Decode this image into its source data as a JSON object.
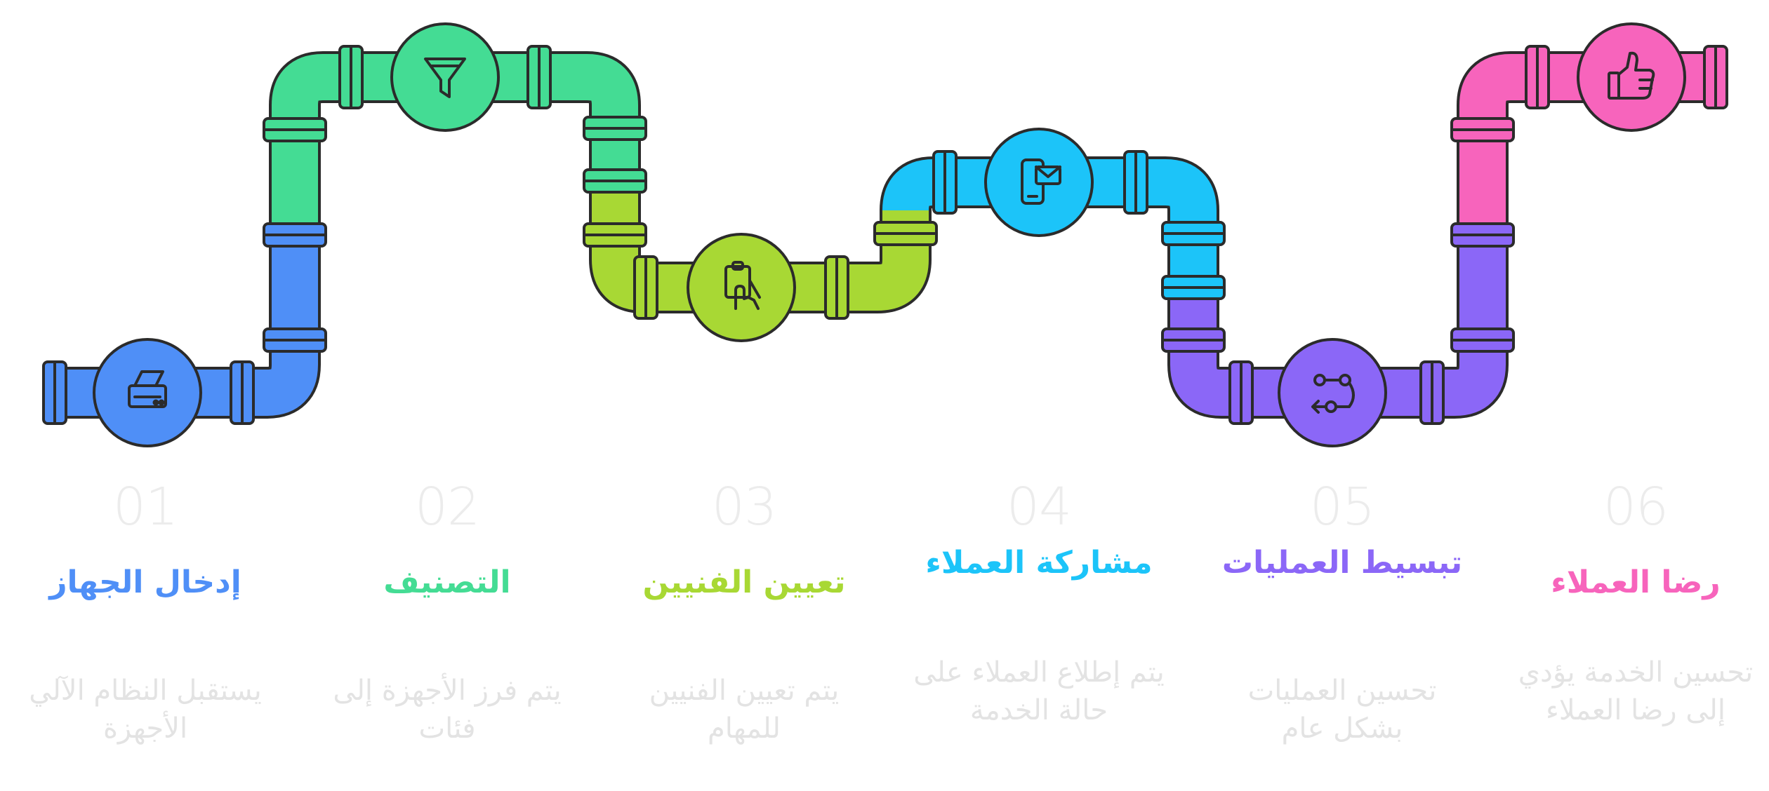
{
  "steps": [
    {
      "number": "01",
      "title": "إدخال الجهاز",
      "description": "يستقبل النظام الآلي الأجهزة",
      "color": "#4f8ff7",
      "icon": "scanner-icon"
    },
    {
      "number": "02",
      "title": "التصنيف",
      "description": "يتم فرز الأجهزة إلى فئات",
      "color": "#44dc94",
      "icon": "filter-icon"
    },
    {
      "number": "03",
      "title": "تعيين الفنيين",
      "description": "يتم تعيين الفنيين للمهام",
      "color": "#a8d834",
      "icon": "clipboard-hand-icon"
    },
    {
      "number": "04",
      "title": "مشاركة العملاء",
      "description": "يتم إطلاع العملاء على حالة الخدمة",
      "color": "#1cc4f9",
      "icon": "phone-mail-icon"
    },
    {
      "number": "05",
      "title": "تبسيط العمليات",
      "description": "تحسين العمليات بشكل عام",
      "color": "#8b67f7",
      "icon": "process-flow-icon"
    },
    {
      "number": "06",
      "title": "رضا العملاء",
      "description": "تحسين الخدمة يؤدي إلى رضا العملاء",
      "color": "#f764bc",
      "icon": "thumbs-up-icon"
    }
  ]
}
